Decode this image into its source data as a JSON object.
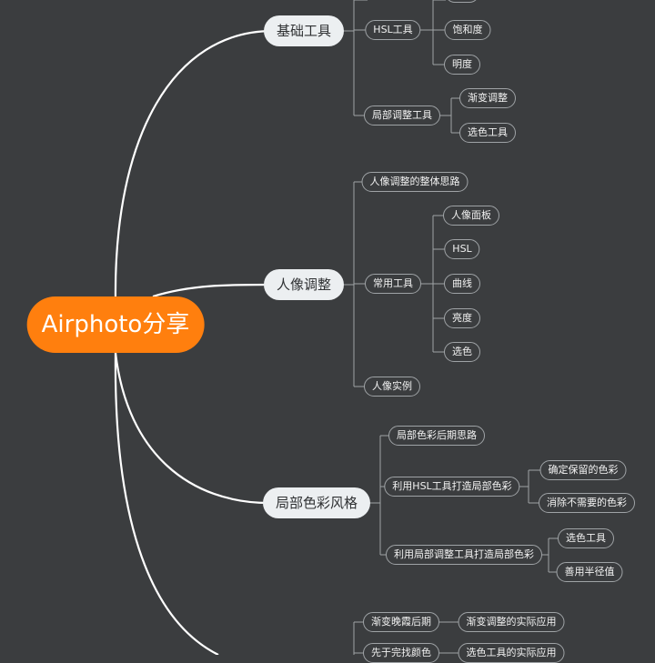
{
  "root": {
    "label": "Airphoto分享"
  },
  "branches": {
    "basic_tools": {
      "label": "基础工具",
      "hsl_tool": "HSL工具",
      "hsl_cut": "",
      "saturation": "饱和度",
      "brightness": "明度",
      "local_adjust_tool": "局部调整工具",
      "gradient_adjust": "渐变调整",
      "color_select_tool": "选色工具"
    },
    "portrait": {
      "label": "人像调整",
      "overall_approach": "人像调整的整体思路",
      "common_tools": "常用工具",
      "portrait_panel": "人像面板",
      "hsl": "HSL",
      "curves": "曲线",
      "brightness": "亮度",
      "color_select": "选色",
      "portrait_example": "人像实例"
    },
    "local_color": {
      "label": "局部色彩风格",
      "post_approach": "局部色彩后期思路",
      "hsl_create": "利用HSL工具打造局部色彩",
      "keep_colors": "确定保留的色彩",
      "remove_colors": "消除不需要的色彩",
      "local_adjust_create": "利用局部调整工具打造局部色彩",
      "color_select_tool": "选色工具",
      "use_radius": "善用半径值"
    },
    "bottom": {
      "gradient_sunset": "渐变晚霞后期",
      "gradient_application": "渐变调整的实际应用",
      "cut_left": "先于完找颜色",
      "cut_right": "选色工具的实际应用"
    }
  }
}
